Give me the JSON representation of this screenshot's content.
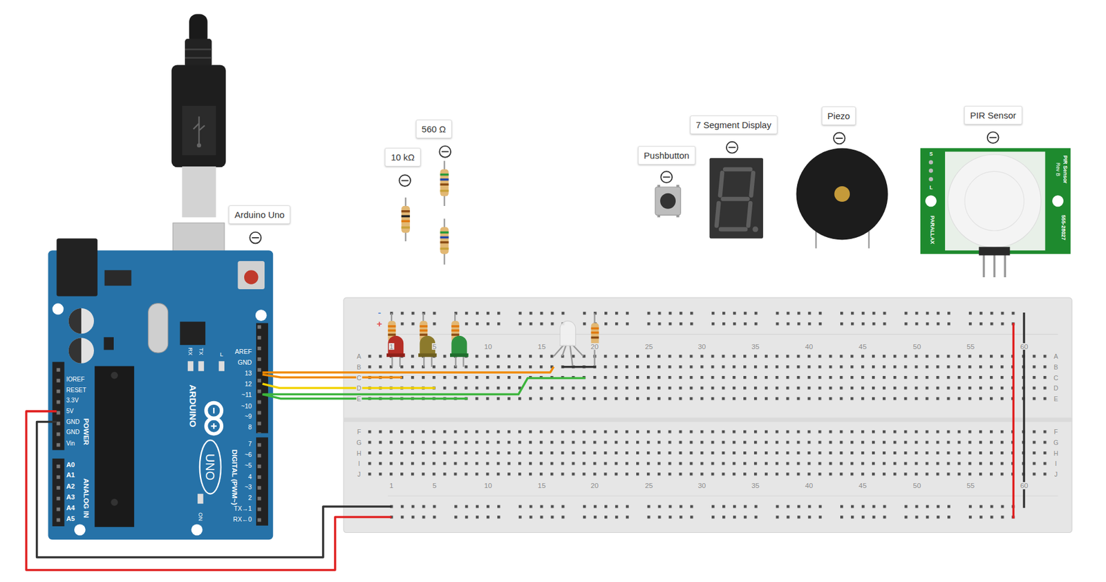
{
  "diagram": {
    "nodes": [
      {
        "text": [
          "Arduino Uno"
        ]
      },
      {
        "text": [
          "10 kΩ"
        ]
      },
      {
        "text": [
          "560 Ω"
        ]
      },
      {
        "text": [
          "Pushbutton"
        ]
      },
      {
        "text": [
          "7 Segment Display"
        ]
      },
      {
        "text": [
          "Piezo"
        ]
      },
      {
        "text": [
          "PIR Sensor"
        ]
      }
    ],
    "labels": [
      "-",
      "+",
      "A",
      "B",
      "C",
      "D",
      "E",
      "F",
      "G",
      "H",
      "I",
      "J",
      "A",
      "B",
      "C",
      "D",
      "E",
      "F",
      "G",
      "H",
      "I",
      "J",
      "1",
      "5",
      "10",
      "15",
      "20",
      "25",
      "30",
      "35",
      "40",
      "45",
      "50",
      "55",
      "60",
      "1",
      "5",
      "10",
      "15",
      "20",
      "25",
      "30",
      "35",
      "40",
      "45",
      "50",
      "55",
      "60",
      "IOREF",
      "RESET",
      "3.3V",
      "5V",
      "GND",
      "GND",
      "Vin",
      "POWER",
      "A0",
      "A1",
      "A2",
      "A3",
      "A4",
      "A5",
      "ANALOG IN",
      "AREF",
      "GND",
      "13",
      "12",
      "~11",
      "~10",
      "~9",
      "8",
      "7",
      "~6",
      "~5",
      "4",
      "~3",
      "2",
      "TX→1",
      "RX←0",
      "DIGITAL (PWM~)",
      "ARDUINO",
      "UNO",
      "RX",
      "TX",
      "L",
      "ON",
      "S",
      "L",
      "PIR Sensor",
      "Rev B",
      "555-28027",
      "PARALLAX"
    ]
  }
}
